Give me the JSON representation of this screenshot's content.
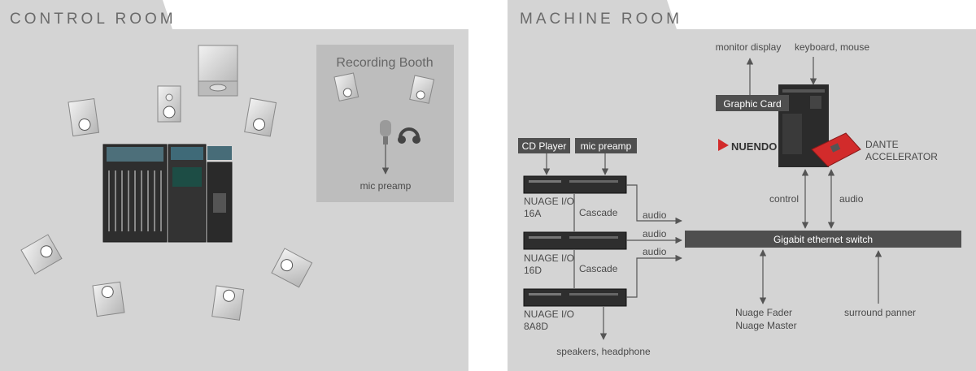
{
  "control_room": {
    "title": "CONTROL ROOM",
    "recording_booth": {
      "title": "Recording Booth",
      "output_label": "mic preamp"
    }
  },
  "machine_room": {
    "title": "MACHINE ROOM",
    "computer": {
      "monitor_label": "monitor display",
      "keyboard_label": "keyboard, mouse",
      "graphic_card": "Graphic Card",
      "nuendo_logo": "NUENDO",
      "accelerator_line1": "DANTE",
      "accelerator_line2": "ACCELERATOR",
      "control_label": "control",
      "audio_label": "audio"
    },
    "inputs": {
      "cd_player": "CD Player",
      "mic_preamp": "mic preamp"
    },
    "io_units": [
      {
        "line1": "NUAGE I/O",
        "line2": "16A",
        "link_label": "audio"
      },
      {
        "line1": "NUAGE I/O",
        "line2": "16D",
        "link_label": "audio"
      },
      {
        "line1": "NUAGE I/O",
        "line2": "8A8D",
        "link_label": "audio"
      }
    ],
    "cascade_label": "Cascade",
    "outputs_label": "speakers, headphone",
    "switch_label": "Gigabit ethernet switch",
    "fader_line1": "Nuage Fader",
    "fader_line2": "Nuage Master",
    "panner_label": "surround panner"
  },
  "colors": {
    "panel": "#d4d4d4",
    "booth": "#bdbdbd",
    "dark_box": "#4f4f4f",
    "accent": "#d22b2b"
  }
}
